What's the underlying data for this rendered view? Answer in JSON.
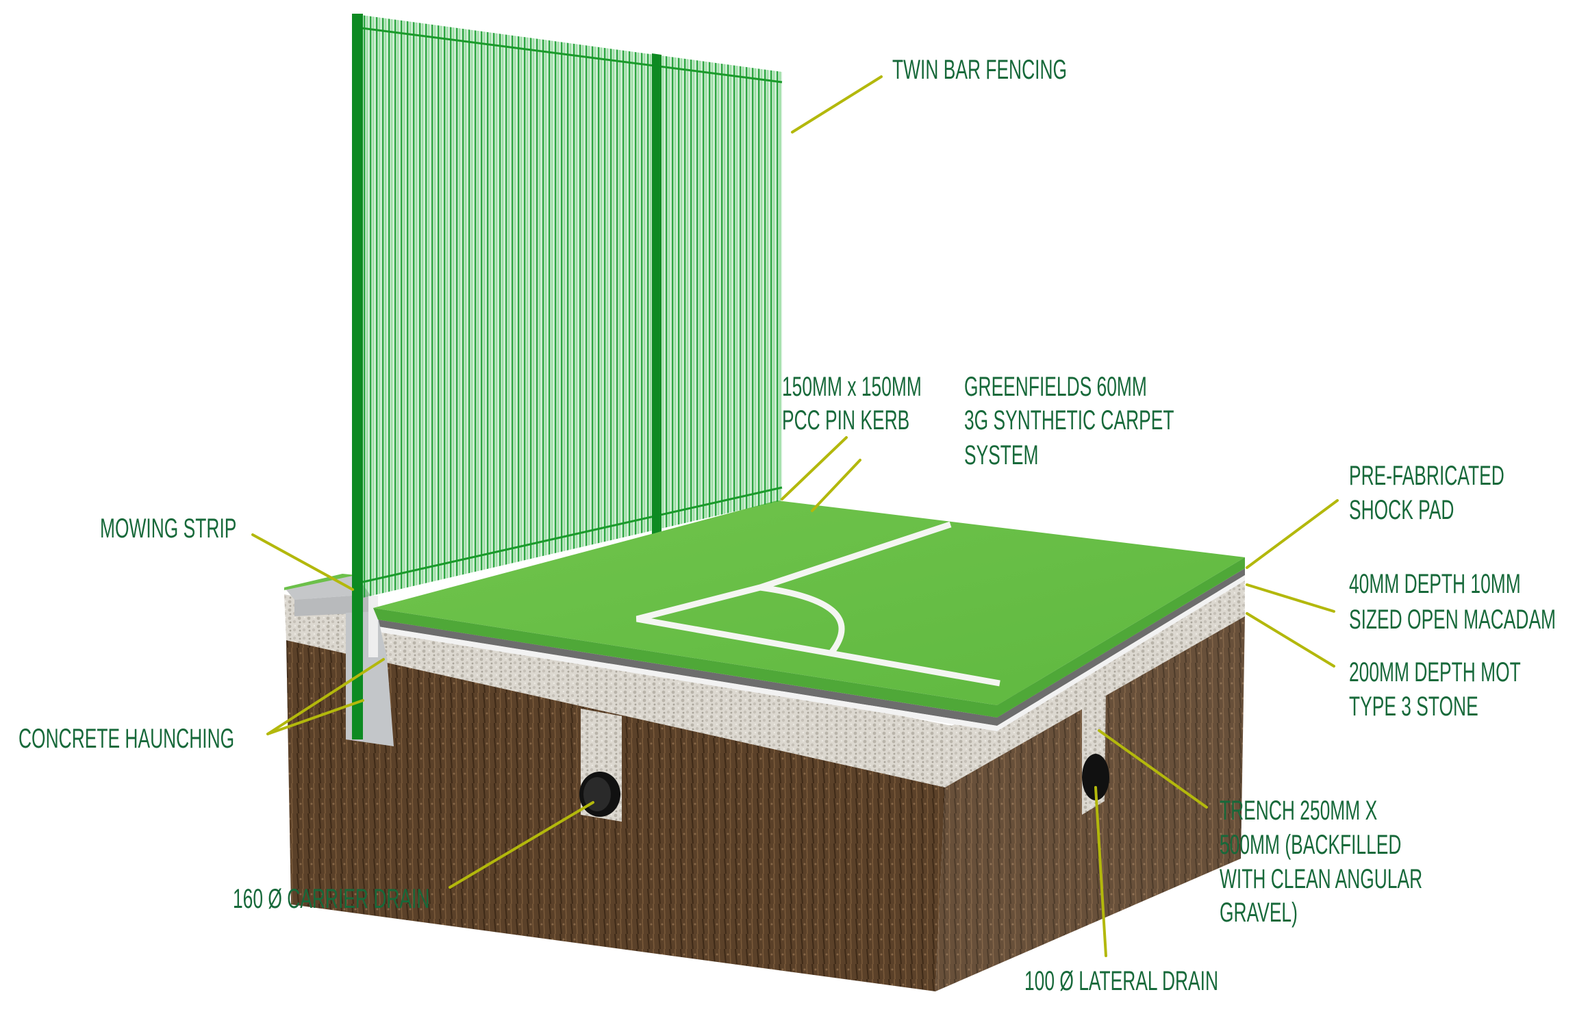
{
  "colors": {
    "label_text": "#17693a",
    "leader_line": "#b3b80c",
    "turf": "#6cc04a",
    "fence": "#1e9e2e",
    "soil": "#5a4128",
    "stone": "#d9d6cf",
    "concrete": "#c8cacc"
  },
  "labels": [
    {
      "id": "twin-bar-fencing",
      "lines": [
        "TWIN BAR FENCING"
      ]
    },
    {
      "id": "pin-kerb",
      "lines": [
        "150MM x 150MM",
        "PCC PIN KERB"
      ]
    },
    {
      "id": "synthetic-carpet",
      "lines": [
        "GREENFIELDS 60MM",
        "3G SYNTHETIC CARPET",
        "SYSTEM"
      ]
    },
    {
      "id": "shock-pad",
      "lines": [
        "PRE-FABRICATED",
        "SHOCK PAD"
      ]
    },
    {
      "id": "open-macadam",
      "lines": [
        "40MM DEPTH 10MM",
        "SIZED OPEN MACADAM"
      ]
    },
    {
      "id": "mot-stone",
      "lines": [
        "200MM DEPTH MOT",
        "TYPE 3  STONE"
      ]
    },
    {
      "id": "trench",
      "lines": [
        "TRENCH 250MM X",
        "500MM (BACKFILLED",
        "WITH CLEAN ANGULAR",
        "GRAVEL)"
      ]
    },
    {
      "id": "lateral-drain",
      "lines": [
        "100 Ø LATERAL DRAIN"
      ]
    },
    {
      "id": "carrier-drain",
      "lines": [
        "160 Ø CARRIER DRAIN"
      ]
    },
    {
      "id": "concrete-haunching",
      "lines": [
        "CONCRETE HAUNCHING"
      ]
    },
    {
      "id": "mowing-strip",
      "lines": [
        "MOWING STRIP"
      ]
    }
  ]
}
